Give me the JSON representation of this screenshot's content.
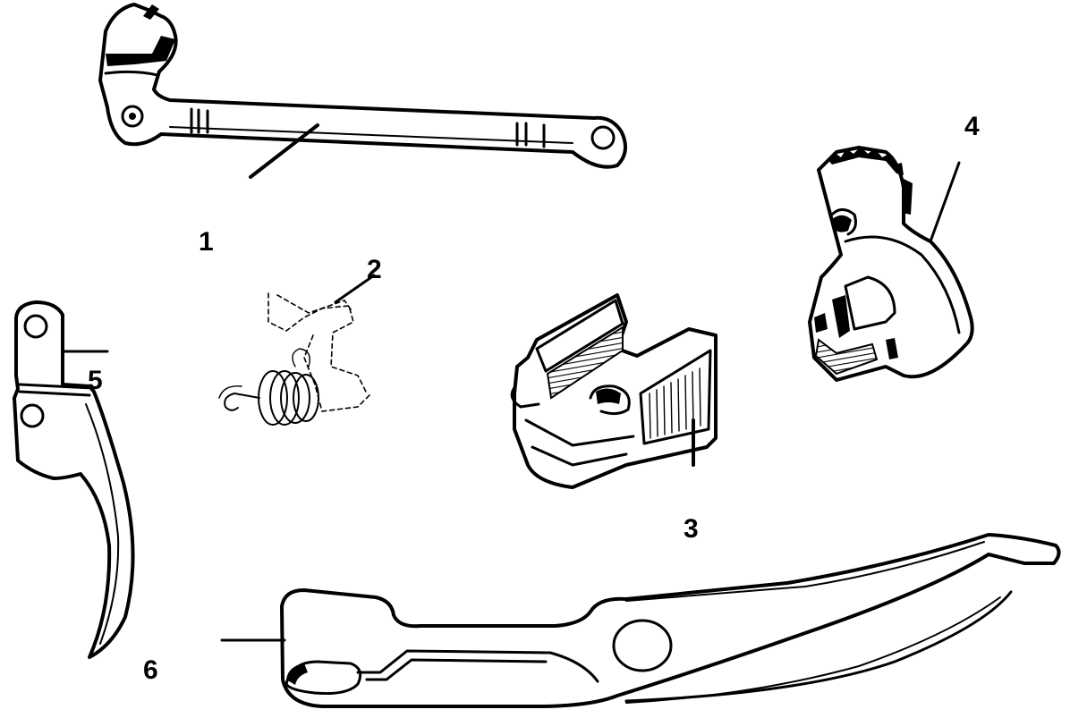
{
  "labels": {
    "part1": "1",
    "part2": "2",
    "part3": "3",
    "part4": "4",
    "part5": "5",
    "part6": "6"
  },
  "colors": {
    "ink": "#000000",
    "paper": "#ffffff"
  }
}
